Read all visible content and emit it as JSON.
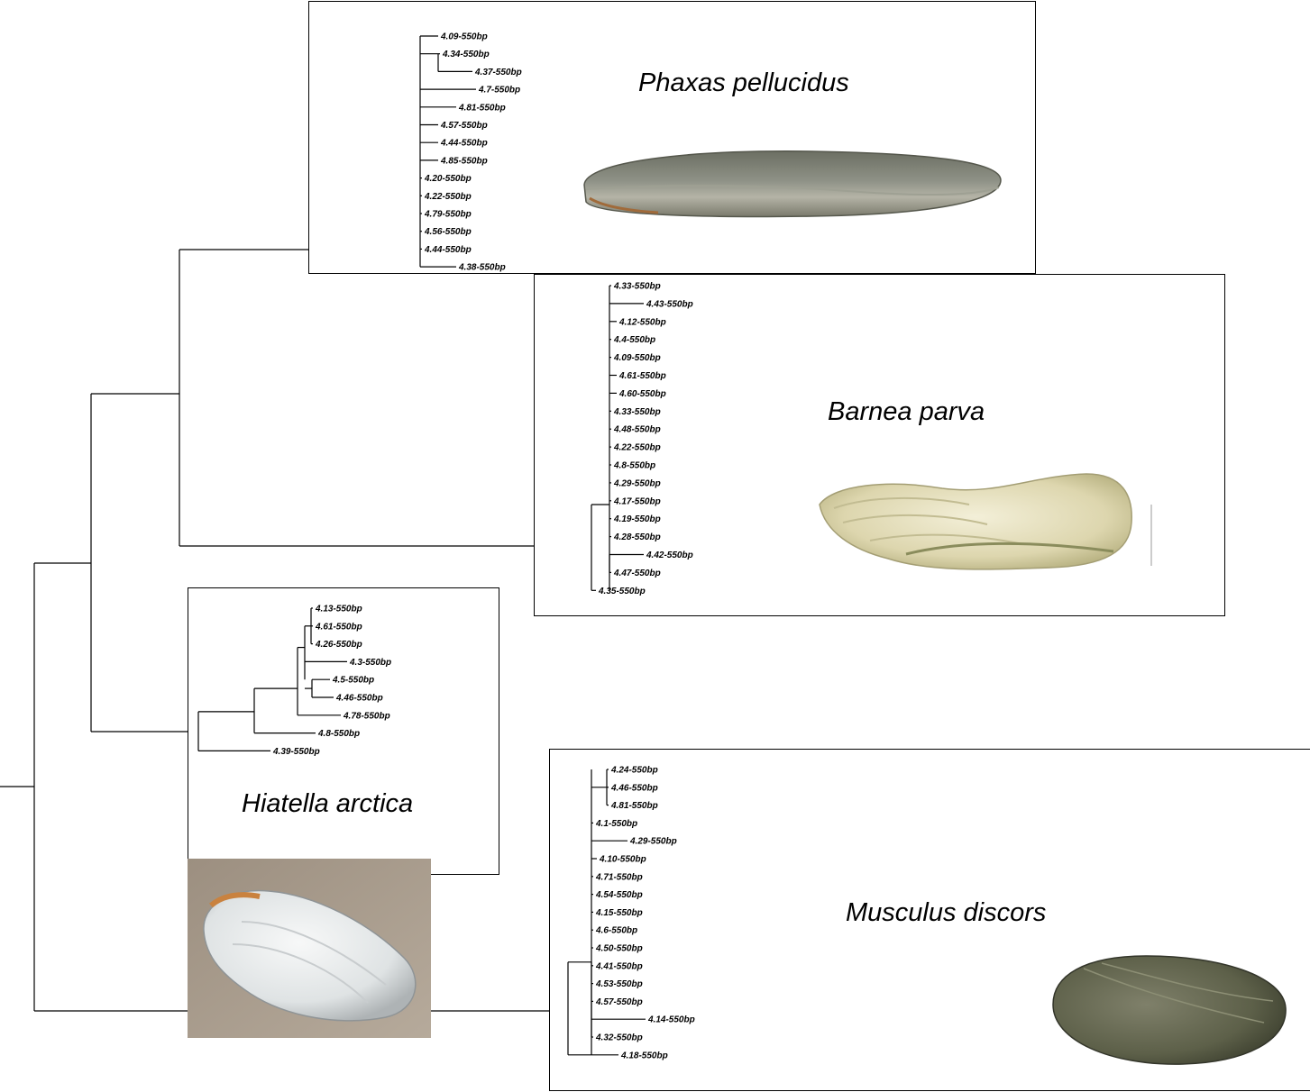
{
  "clades": {
    "phaxas": {
      "species": "Phaxas pellucidus",
      "leaves": [
        "4.09-550bp",
        "4.34-550bp",
        "4.37-550bp",
        "4.7-550bp",
        "4.81-550bp",
        "4.57-550bp",
        "4.44-550bp",
        "4.85-550bp",
        "4.20-550bp",
        "4.22-550bp",
        "4.79-550bp",
        "4.56-550bp",
        "4.44-550bp",
        "4.38-550bp"
      ]
    },
    "barnea": {
      "species": "Barnea parva",
      "leaves": [
        "4.33-550bp",
        "4.43-550bp",
        "4.12-550bp",
        "4.4-550bp",
        "4.09-550bp",
        "4.61-550bp",
        "4.60-550bp",
        "4.33-550bp",
        "4.48-550bp",
        "4.22-550bp",
        "4.8-550bp",
        "4.29-550bp",
        "4.17-550bp",
        "4.19-550bp",
        "4.28-550bp",
        "4.42-550bp",
        "4.47-550bp",
        "4.35-550bp"
      ]
    },
    "hiatella": {
      "species": "Hiatella arctica",
      "leaves": [
        "4.13-550bp",
        "4.61-550bp",
        "4.26-550bp",
        "4.3-550bp",
        "4.5-550bp",
        "4.46-550bp",
        "4.78-550bp",
        "4.8-550bp",
        "4.39-550bp"
      ]
    },
    "musculus": {
      "species": "Musculus discors",
      "leaves": [
        "4.24-550bp",
        "4.46-550bp",
        "4.81-550bp",
        "4.1-550bp",
        "4.29-550bp",
        "4.10-550bp",
        "4.71-550bp",
        "4.54-550bp",
        "4.15-550bp",
        "4.6-550bp",
        "4.50-550bp",
        "4.41-550bp",
        "4.53-550bp",
        "4.57-550bp",
        "4.14-550bp",
        "4.32-550bp",
        "4.18-550bp"
      ]
    }
  },
  "colors": {
    "line": "#000000",
    "background": "#ffffff"
  },
  "icons": {
    "phaxas": "razor-shell-image",
    "barnea": "barnea-shell-image",
    "hiatella": "hiatella-shell-on-sand-image",
    "musculus": "mussel-shell-image"
  }
}
